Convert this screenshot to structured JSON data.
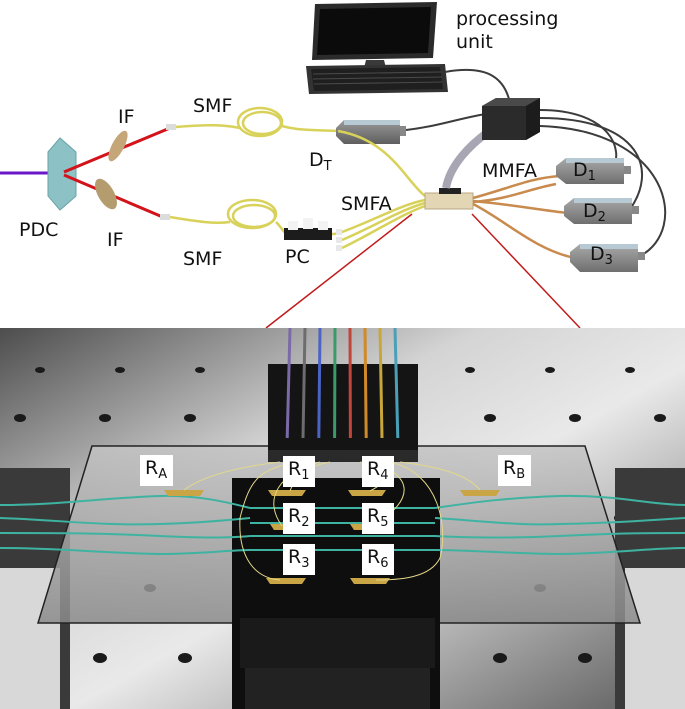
{
  "labels": {
    "processing_unit_line1": "processing",
    "processing_unit_line2": "unit",
    "pdc": "PDC",
    "if_top": "IF",
    "if_bottom": "IF",
    "smf_top": "SMF",
    "smf_bottom": "SMF",
    "dt_main": "D",
    "dt_sub": "T",
    "mmfa": "MMFA",
    "smfa": "SMFA",
    "pc": "PC",
    "d1_main": "D",
    "d1_sub": "1",
    "d2_main": "D",
    "d2_sub": "2",
    "d3_main": "D",
    "d3_sub": "3"
  },
  "chip_labels": {
    "ra": {
      "main": "R",
      "sub": "A"
    },
    "rb": {
      "main": "R",
      "sub": "B"
    },
    "r1": {
      "main": "R",
      "sub": "1"
    },
    "r2": {
      "main": "R",
      "sub": "2"
    },
    "r3": {
      "main": "R",
      "sub": "3"
    },
    "r4": {
      "main": "R",
      "sub": "4"
    },
    "r5": {
      "main": "R",
      "sub": "5"
    },
    "r6": {
      "main": "R",
      "sub": "6"
    }
  },
  "colors": {
    "pump_beam": "#6a17c9",
    "signal_beam": "#d3121a",
    "fiber_yellow": "#d8d25a",
    "fiber_orange": "#c98a4e",
    "cable_dark": "#3c3c3c",
    "zoom_line": "#c21a1a",
    "waveguide": "#3fb3a2",
    "gold_pad": "#c9a545"
  },
  "fiber_array_colors": [
    "#7a6aa8",
    "#6d6d6d",
    "#4a63c4",
    "#3a9a6a",
    "#c2453b",
    "#d08a2a",
    "#c9a63a",
    "#4aa0b8"
  ]
}
